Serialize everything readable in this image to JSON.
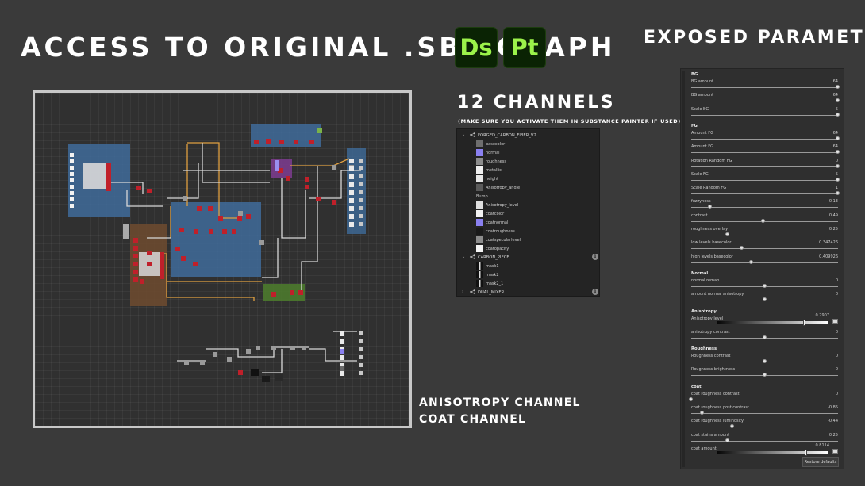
{
  "header": {
    "title": "ACCESS TO ORIGINAL .SBS GRAPH",
    "ds_badge": "Ds",
    "pt_badge": "Pt",
    "exposed_title": "EXPOSED PARAMETERS"
  },
  "channels": {
    "title": "12 CHANNELS",
    "subtitle": "(MAKE SURE YOU ACTIVATE THEM IN SUBSTANCE PAINTER IF USED)",
    "rows": [
      {
        "kind": "group",
        "label": "FORGED_CARBON_FIBER_V2",
        "expanded": true
      },
      {
        "kind": "item",
        "label": "basecolor",
        "swatch": "#6e6e6e"
      },
      {
        "kind": "item",
        "label": "normal",
        "swatch": "#8a80f0"
      },
      {
        "kind": "item",
        "label": "roughness",
        "swatch": "#8c8c8c"
      },
      {
        "kind": "item",
        "label": "metallic",
        "swatch": "#f0f0f0"
      },
      {
        "kind": "item",
        "label": "height",
        "swatch": "#e8e8e8"
      },
      {
        "kind": "item",
        "label": "Anisotropy_angle",
        "swatch": "#5a5a5a"
      },
      {
        "kind": "text",
        "label": "Bump"
      },
      {
        "kind": "item",
        "label": "Anisotropy_level",
        "swatch": "#e0e0e0"
      },
      {
        "kind": "item",
        "label": "coatcolor",
        "swatch": "#f2f2f2"
      },
      {
        "kind": "item",
        "label": "coatnormal",
        "swatch": "#8a80f0"
      },
      {
        "kind": "item",
        "label": "coatroughness",
        "swatch": "#1a1a1a"
      },
      {
        "kind": "item",
        "label": "coatspecularlevel",
        "swatch": "#8c8c8c"
      },
      {
        "kind": "item",
        "label": "coatopacity",
        "swatch": "#f4f4f4"
      },
      {
        "kind": "group",
        "label": "CARBON_PIECE",
        "expanded": true,
        "info": "i"
      },
      {
        "kind": "item",
        "label": "mask1",
        "swatch": "#111111"
      },
      {
        "kind": "item",
        "label": "mask2",
        "swatch": "#111111"
      },
      {
        "kind": "item",
        "label": "mask2_1",
        "swatch": "#111111"
      },
      {
        "kind": "group",
        "label": "DUAL_MIXER",
        "expanded": false,
        "info": "i"
      }
    ]
  },
  "params": {
    "groups": [
      {
        "name": "BG",
        "rows": [
          {
            "label": "BG amount",
            "value": "64",
            "fraction": 1.0
          },
          {
            "label": "BG amount",
            "value": "64",
            "fraction": 1.0
          },
          {
            "label": "Scale BG",
            "value": "5",
            "fraction": 1.0
          }
        ]
      },
      {
        "name": "FG",
        "rows": [
          {
            "label": "Amount FG",
            "value": "64",
            "fraction": 1.0
          },
          {
            "label": "Amount FG",
            "value": "64",
            "fraction": 1.0
          },
          {
            "label": "Rotation Random FG",
            "value": "0",
            "fraction": 1.0
          },
          {
            "label": "Scale FG",
            "value": "5",
            "fraction": 1.0
          },
          {
            "label": "Scale Random FG",
            "value": "1",
            "fraction": 1.0
          },
          {
            "label": "fuzzyness",
            "value": "0.13",
            "fraction": 0.13
          },
          {
            "label": "contrast",
            "value": "0.49",
            "fraction": 0.49
          },
          {
            "label": "roughness overlay",
            "value": "0.25",
            "fraction": 0.25
          },
          {
            "label": "low levels basecolor",
            "value": "0.347426",
            "fraction": 0.347
          },
          {
            "label": "high levels basecolor",
            "value": "0.409926",
            "fraction": 0.41
          }
        ]
      },
      {
        "name": "Normal",
        "rows": [
          {
            "label": "normal remap",
            "value": "0",
            "fraction": 0.5
          },
          {
            "label": "amount normal anisotropy",
            "value": "0",
            "fraction": 0.5
          }
        ]
      },
      {
        "name": "Anisotropy",
        "rows": [
          {
            "label": "Anisotropy level",
            "value": "0.7907",
            "fraction": 0.79,
            "gradient": true
          },
          {
            "label": "anisotropy contrast",
            "value": "0",
            "fraction": 0.5
          }
        ]
      },
      {
        "name": "Roughness",
        "rows": [
          {
            "label": "Roughness contrast",
            "value": "0",
            "fraction": 0.5
          },
          {
            "label": "Roughness brightness",
            "value": "0",
            "fraction": 0.5
          }
        ]
      },
      {
        "name": "coat",
        "rows": [
          {
            "label": "coat roughness contrast",
            "value": "0",
            "fraction": 0.0
          },
          {
            "label": "coat roughness post contrast",
            "value": "-0.85",
            "fraction": 0.075
          },
          {
            "label": "coat roughness luminosity",
            "value": "-0.44",
            "fraction": 0.28
          },
          {
            "label": "coat stains amount",
            "value": "0.25",
            "fraction": 0.25
          },
          {
            "label": "coat amount",
            "value": "0.8114",
            "fraction": 0.81,
            "gradient": true
          }
        ]
      }
    ],
    "restore_label": "Restore defaults"
  },
  "footer": {
    "line1": "ANISOTROPY CHANNEL",
    "line2": "COAT CHANNEL"
  },
  "colors": {
    "background": "#3a3a3a",
    "badge_bg": "#0a2304",
    "badge_text": "#9bf24a",
    "frame_blue": "#3f6b9a",
    "frame_brown": "#6b4a30",
    "frame_green": "#4d7a2e",
    "frame_purple": "#7a3c8c",
    "node_red": "#c0202a",
    "wire_orange": "#e0a040",
    "wire_white": "#d8d8d8"
  }
}
